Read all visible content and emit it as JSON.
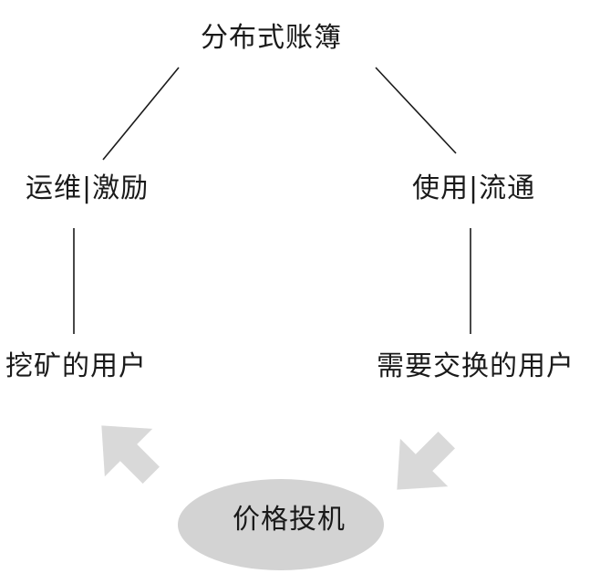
{
  "diagram": {
    "top": "分布式账簿",
    "left_mid": "运维|激励",
    "right_mid": "使用|流通",
    "left_bottom": "挖矿的用户",
    "right_bottom": "需要交换的用户",
    "center": "价格投机"
  },
  "colors": {
    "line": "#1a1a1a",
    "ellipse_fill": "#d3d3d3",
    "arrow_fill": "#d9d9d9"
  }
}
